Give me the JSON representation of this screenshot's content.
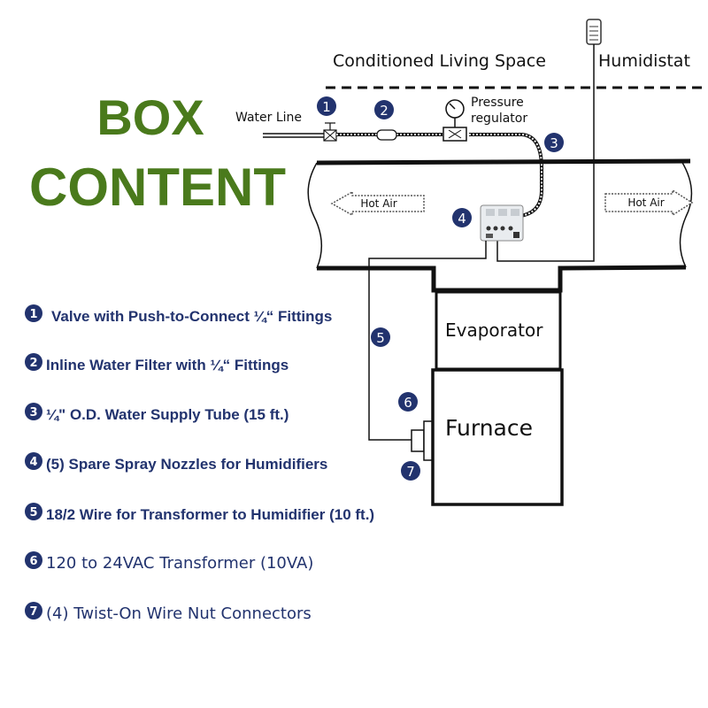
{
  "title": {
    "line1": "BOX",
    "line2": "CONTENT"
  },
  "diagram": {
    "conditioned_space": "Conditioned Living Space",
    "humidistat": "Humidistat",
    "water_line": "Water Line",
    "pressure_regulator_line1": "Pressure",
    "pressure_regulator_line2": "regulator",
    "hot_air_left": "Hot Air",
    "hot_air_right": "Hot Air",
    "evaporator": "Evaporator",
    "furnace": "Furnace",
    "markers": [
      "1",
      "2",
      "3",
      "4",
      "5",
      "6",
      "7"
    ]
  },
  "items": [
    {
      "num": "1",
      "text": "Valve with Push-to-Connect ¼“ Fittings"
    },
    {
      "num": "2",
      "text": "Inline Water Filter with ¼“ Fittings"
    },
    {
      "num": "3",
      "text": "¼\" O.D. Water Supply Tube (15 ft.)"
    },
    {
      "num": "4",
      "text": "(5) Spare Spray Nozzles for Humidifiers"
    },
    {
      "num": "5",
      "text": "18/2 Wire for Transformer to Humidifier (10 ft.)"
    },
    {
      "num": "6",
      "text": "120 to 24VAC Transformer (10VA)"
    },
    {
      "num": "7",
      "text": "(4) Twist-On Wire Nut Connectors"
    }
  ],
  "colors": {
    "title_green": "#4a7a1c",
    "marker_blue": "#22336e",
    "item_text": "#22336e",
    "line": "#111111"
  }
}
